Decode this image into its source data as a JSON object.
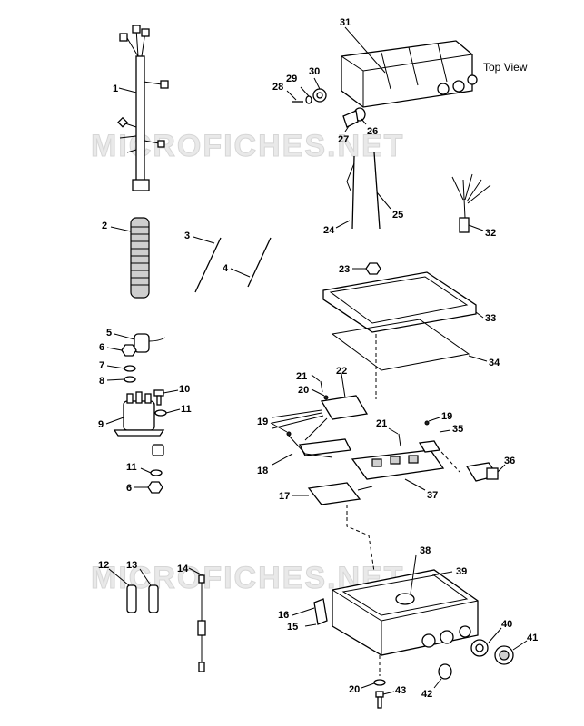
{
  "watermark": "MICROFICHES.NET",
  "top_view_label": "Top View",
  "callouts": [
    "1",
    "2",
    "3",
    "4",
    "5",
    "6",
    "7",
    "8",
    "9",
    "10",
    "11",
    "11",
    "6",
    "12",
    "13",
    "14",
    "15",
    "16",
    "17",
    "18",
    "19",
    "19",
    "20",
    "20",
    "21",
    "21",
    "22",
    "23",
    "24",
    "25",
    "26",
    "27",
    "28",
    "29",
    "30",
    "31",
    "32",
    "33",
    "34",
    "35",
    "36",
    "37",
    "38",
    "39",
    "40",
    "41",
    "42",
    "43"
  ]
}
